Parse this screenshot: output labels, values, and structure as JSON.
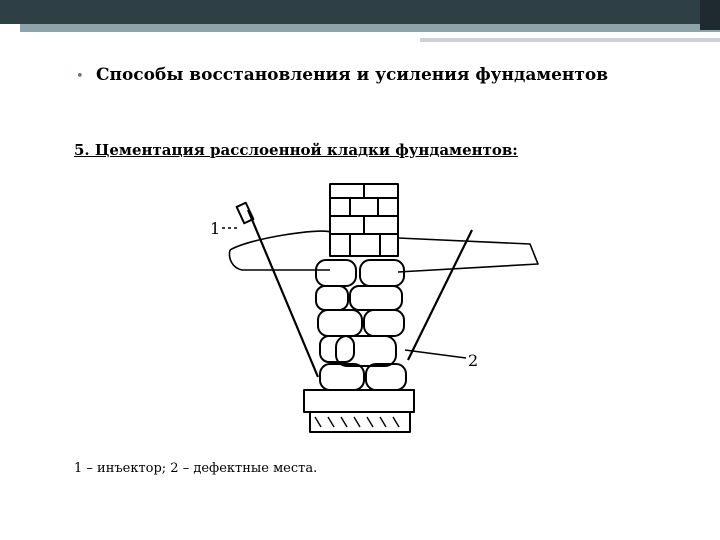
{
  "slide": {
    "bullet_symbol": "•",
    "title": "Способы восстановления и усиления фундаментов",
    "subtitle": "5. Цементация расслоенной кладки фундаментов:",
    "caption": "1 – инъектор; 2 – дефектные места."
  },
  "diagram": {
    "labels": {
      "injector": "1",
      "defect": "2"
    }
  },
  "colors": {
    "header": "#2f3f46",
    "accent": "#8fa3ab"
  }
}
